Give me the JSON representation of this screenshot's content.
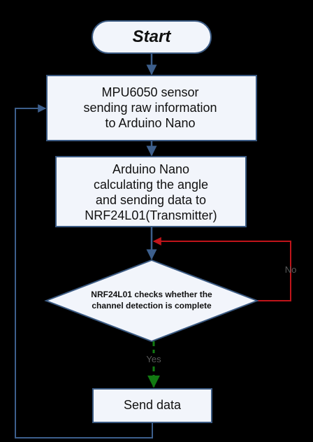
{
  "diagram": {
    "start": {
      "label": "Start"
    },
    "sensor_box": {
      "lines": [
        "MPU6050 sensor",
        "sending raw information",
        "to Arduino Nano"
      ]
    },
    "nano_box": {
      "lines": [
        "Arduino Nano",
        "calculating the angle",
        "and sending data to",
        "NRF24L01(Transmitter)"
      ]
    },
    "decision": {
      "lines": [
        "NRF24L01 checks whether the",
        "channel detection is complete"
      ]
    },
    "send_box": {
      "label": "Send data"
    },
    "labels": {
      "no": "No",
      "yes": "Yes"
    },
    "colors": {
      "background": "#000000",
      "node_fill": "#f2f5fb",
      "node_stroke": "#3b5a82",
      "arrow_blue": "#3d5f8c",
      "arrow_red": "#c0141a",
      "arrow_green": "#127a12",
      "label_gray": "#5a5a5a",
      "text": "#111111"
    }
  }
}
